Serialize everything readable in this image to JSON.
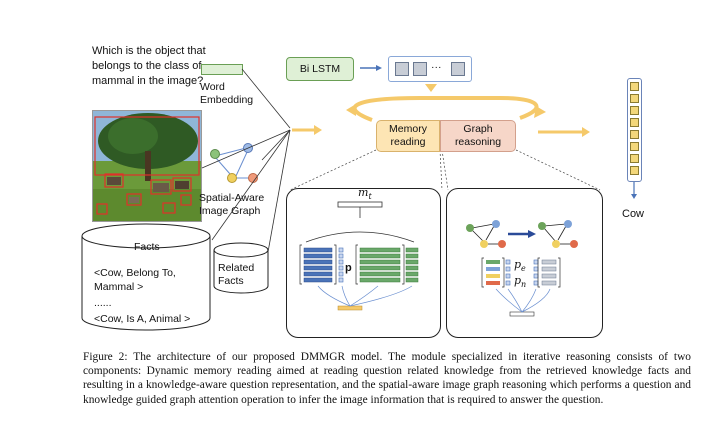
{
  "question": "Which is the object that belongs to the class of mammal in the image?",
  "word_embedding_label": "Word Embedding",
  "spatial_graph_label": "Spatial-Aware Image Graph",
  "bilstm_label": "Bi LSTM",
  "lstm_dots": "···",
  "memory_reading_label": "Memory reading",
  "graph_reasoning_label": "Graph reasoning",
  "facts_title": "Facts",
  "facts": [
    "<Cow, Belong To, Mammal >",
    "......",
    "<Cow, Is A, Animal >"
  ],
  "related_facts_label": "Related Facts",
  "answer_label": "Cow",
  "memory_symbol_m": "m",
  "memory_symbol_t": "t",
  "memory_symbol_p": "p",
  "graph_symbol_pe": "p",
  "graph_symbol_pe_sub": "e",
  "graph_symbol_pn": "p",
  "graph_symbol_pn_sub": "n",
  "caption": "Figure 2: The architecture of our proposed DMMGR model. The module specialized in iterative reasoning consists of two components: Dynamic memory reading aimed at reading question related knowledge from the retrieved knowledge facts and resulting in a knowledge-aware question representation, and the spatial-aware image graph reasoning which performs a question and knowledge guided graph attention operation to infer the image information that is required to answer the question.",
  "colors": {
    "arrow_yellow": "#f5c96a",
    "bilstm_green": "#dff0d6",
    "memory_fill": "#fde5b4",
    "graph_fill": "#f6d6c8",
    "cell_blue": "#4a73b8",
    "cell_green": "#6aa86a",
    "node_green": "#6ca35a",
    "node_blue": "#7da2d8",
    "node_yellow": "#f0d060",
    "node_red": "#e06a4a"
  }
}
